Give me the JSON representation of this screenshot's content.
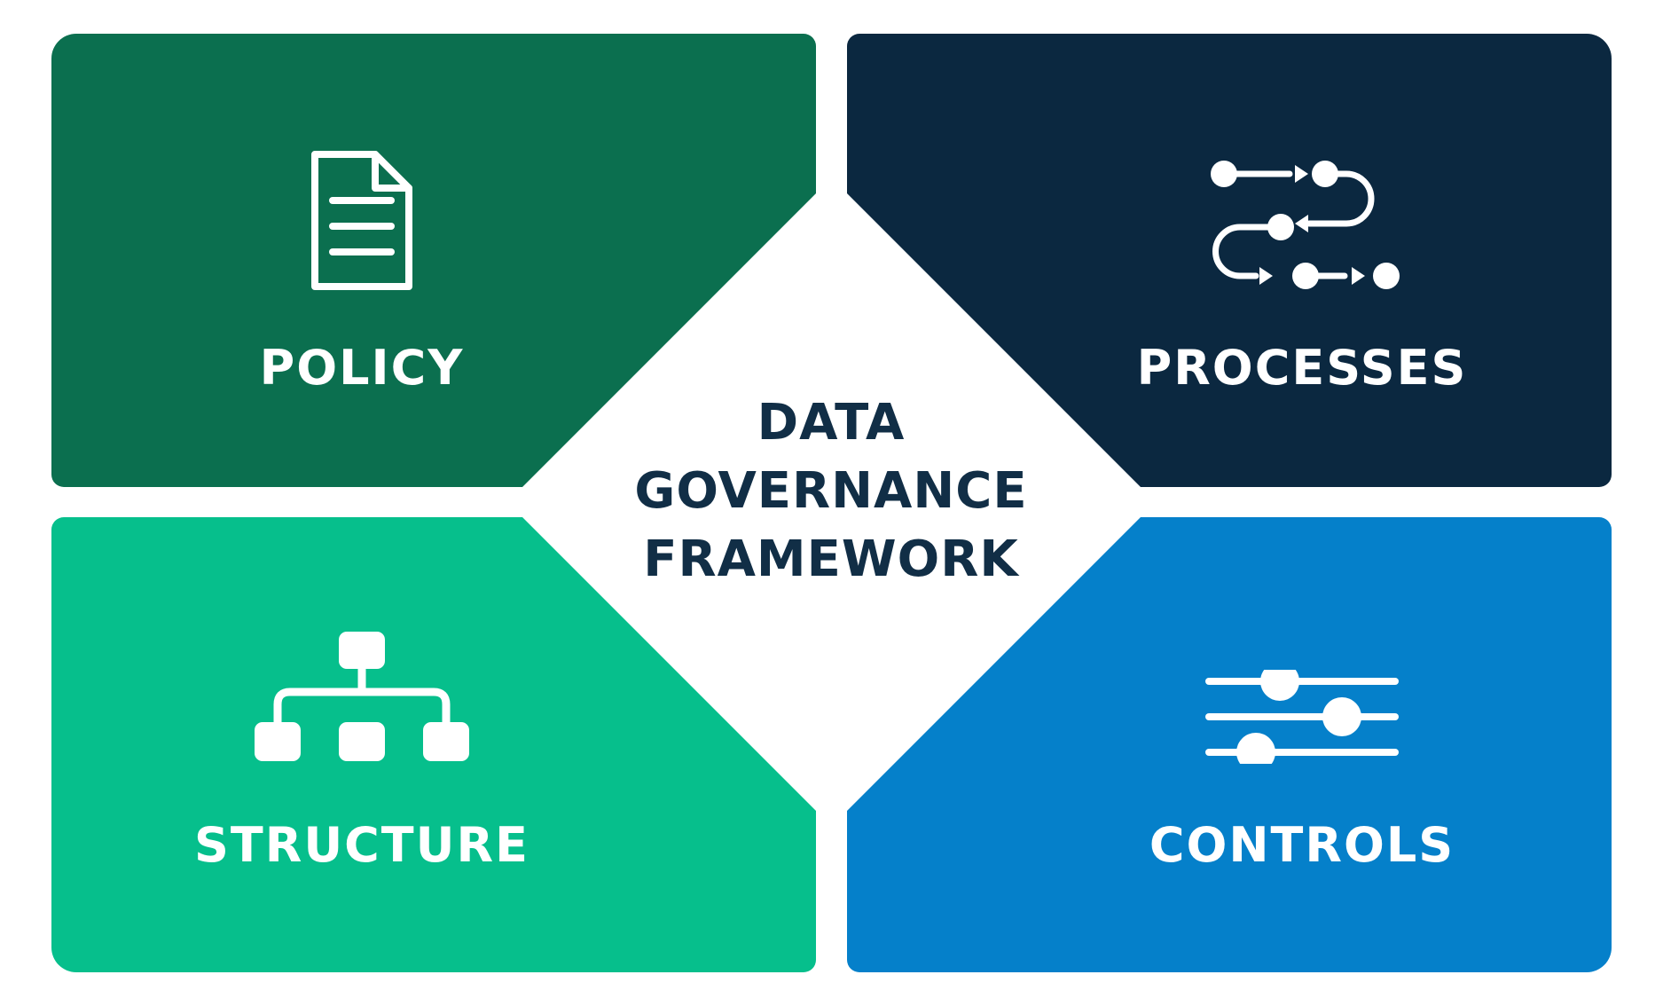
{
  "title": {
    "line1": "DATA",
    "line2": "GOVERNANCE",
    "line3": "FRAMEWORK",
    "color": "#112e46"
  },
  "quadrants": {
    "policy": {
      "label": "POLICY",
      "color": "#0b6f4f",
      "icon": "document-icon"
    },
    "processes": {
      "label": "PROCESSES",
      "color": "#0b2840",
      "icon": "process-flow-icon"
    },
    "structure": {
      "label": "STRUCTURE",
      "color": "#06bf8c",
      "icon": "org-chart-icon"
    },
    "controls": {
      "label": "CONTROLS",
      "color": "#0580ca",
      "icon": "sliders-icon"
    }
  },
  "icon_color": "#ffffff",
  "background": "#ffffff"
}
